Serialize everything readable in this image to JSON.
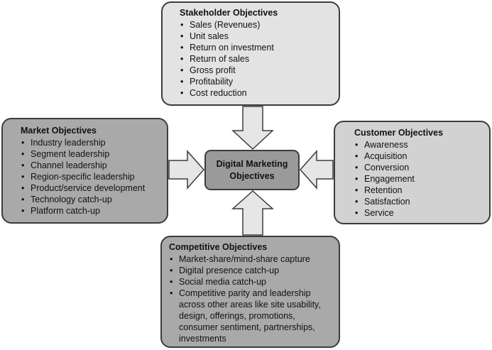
{
  "center": {
    "line1": "Digital Marketing",
    "line2": "Objectives"
  },
  "stakeholder": {
    "title": "Stakeholder Objectives",
    "items": [
      "Sales (Revenues)",
      "Unit sales",
      "Return on investment",
      "Return of sales",
      "Gross profit",
      "Profitability",
      "Cost reduction"
    ]
  },
  "market": {
    "title": "Market Objectives",
    "items": [
      "Industry leadership",
      "Segment leadership",
      "Channel leadership",
      "Region-specific leadership",
      "Product/service development",
      "Technology catch-up",
      "Platform catch-up"
    ]
  },
  "customer": {
    "title": "Customer Objectives",
    "items": [
      "Awareness",
      "Acquisition",
      "Conversion",
      "Engagement",
      "Retention",
      "Satisfaction",
      "Service"
    ]
  },
  "competitive": {
    "title": "Competitive Objectives",
    "items": [
      "Market-share/mind-share capture",
      "Digital presence catch-up",
      "Social media catch-up",
      "Competitive parity and leadership across other areas like site usability, design, offerings, promotions, consumer sentiment, partnerships, investments"
    ]
  },
  "colors": {
    "dark_box": "#a9a9a9",
    "light_box": "#e3e3e3",
    "mid_box": "#d2d2d2",
    "center_box": "#9a9a9a",
    "arrow_fill": "#e6e6e6",
    "stroke": "#3c3c3c"
  }
}
